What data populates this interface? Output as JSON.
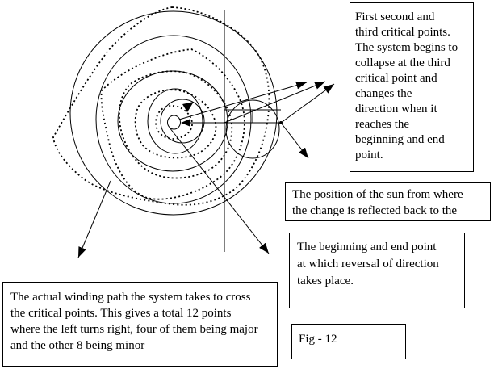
{
  "notes": {
    "critical_points": {
      "lines": [
        "First second and",
        "third critical points.",
        "The system begins to",
        "collapse at the third",
        "critical point and",
        "changes the",
        "direction when it",
        "reaches the",
        "beginning and end",
        "point."
      ]
    },
    "sun_position": {
      "lines": [
        "The position of the sun from where",
        "the change is reflected back to the"
      ]
    },
    "reversal": {
      "lines": [
        "The beginning and end point",
        "at which reversal of direction",
        "takes place."
      ]
    },
    "winding": {
      "lines": [
        "The actual winding path the system takes to cross",
        "the critical points. This gives a total 12 points",
        "where the left turns right, four of them being major",
        "and the other 8 being minor"
      ]
    },
    "figure_label": "Fig - 12"
  },
  "colors": {
    "ink": "#000000",
    "background": "#ffffff"
  }
}
